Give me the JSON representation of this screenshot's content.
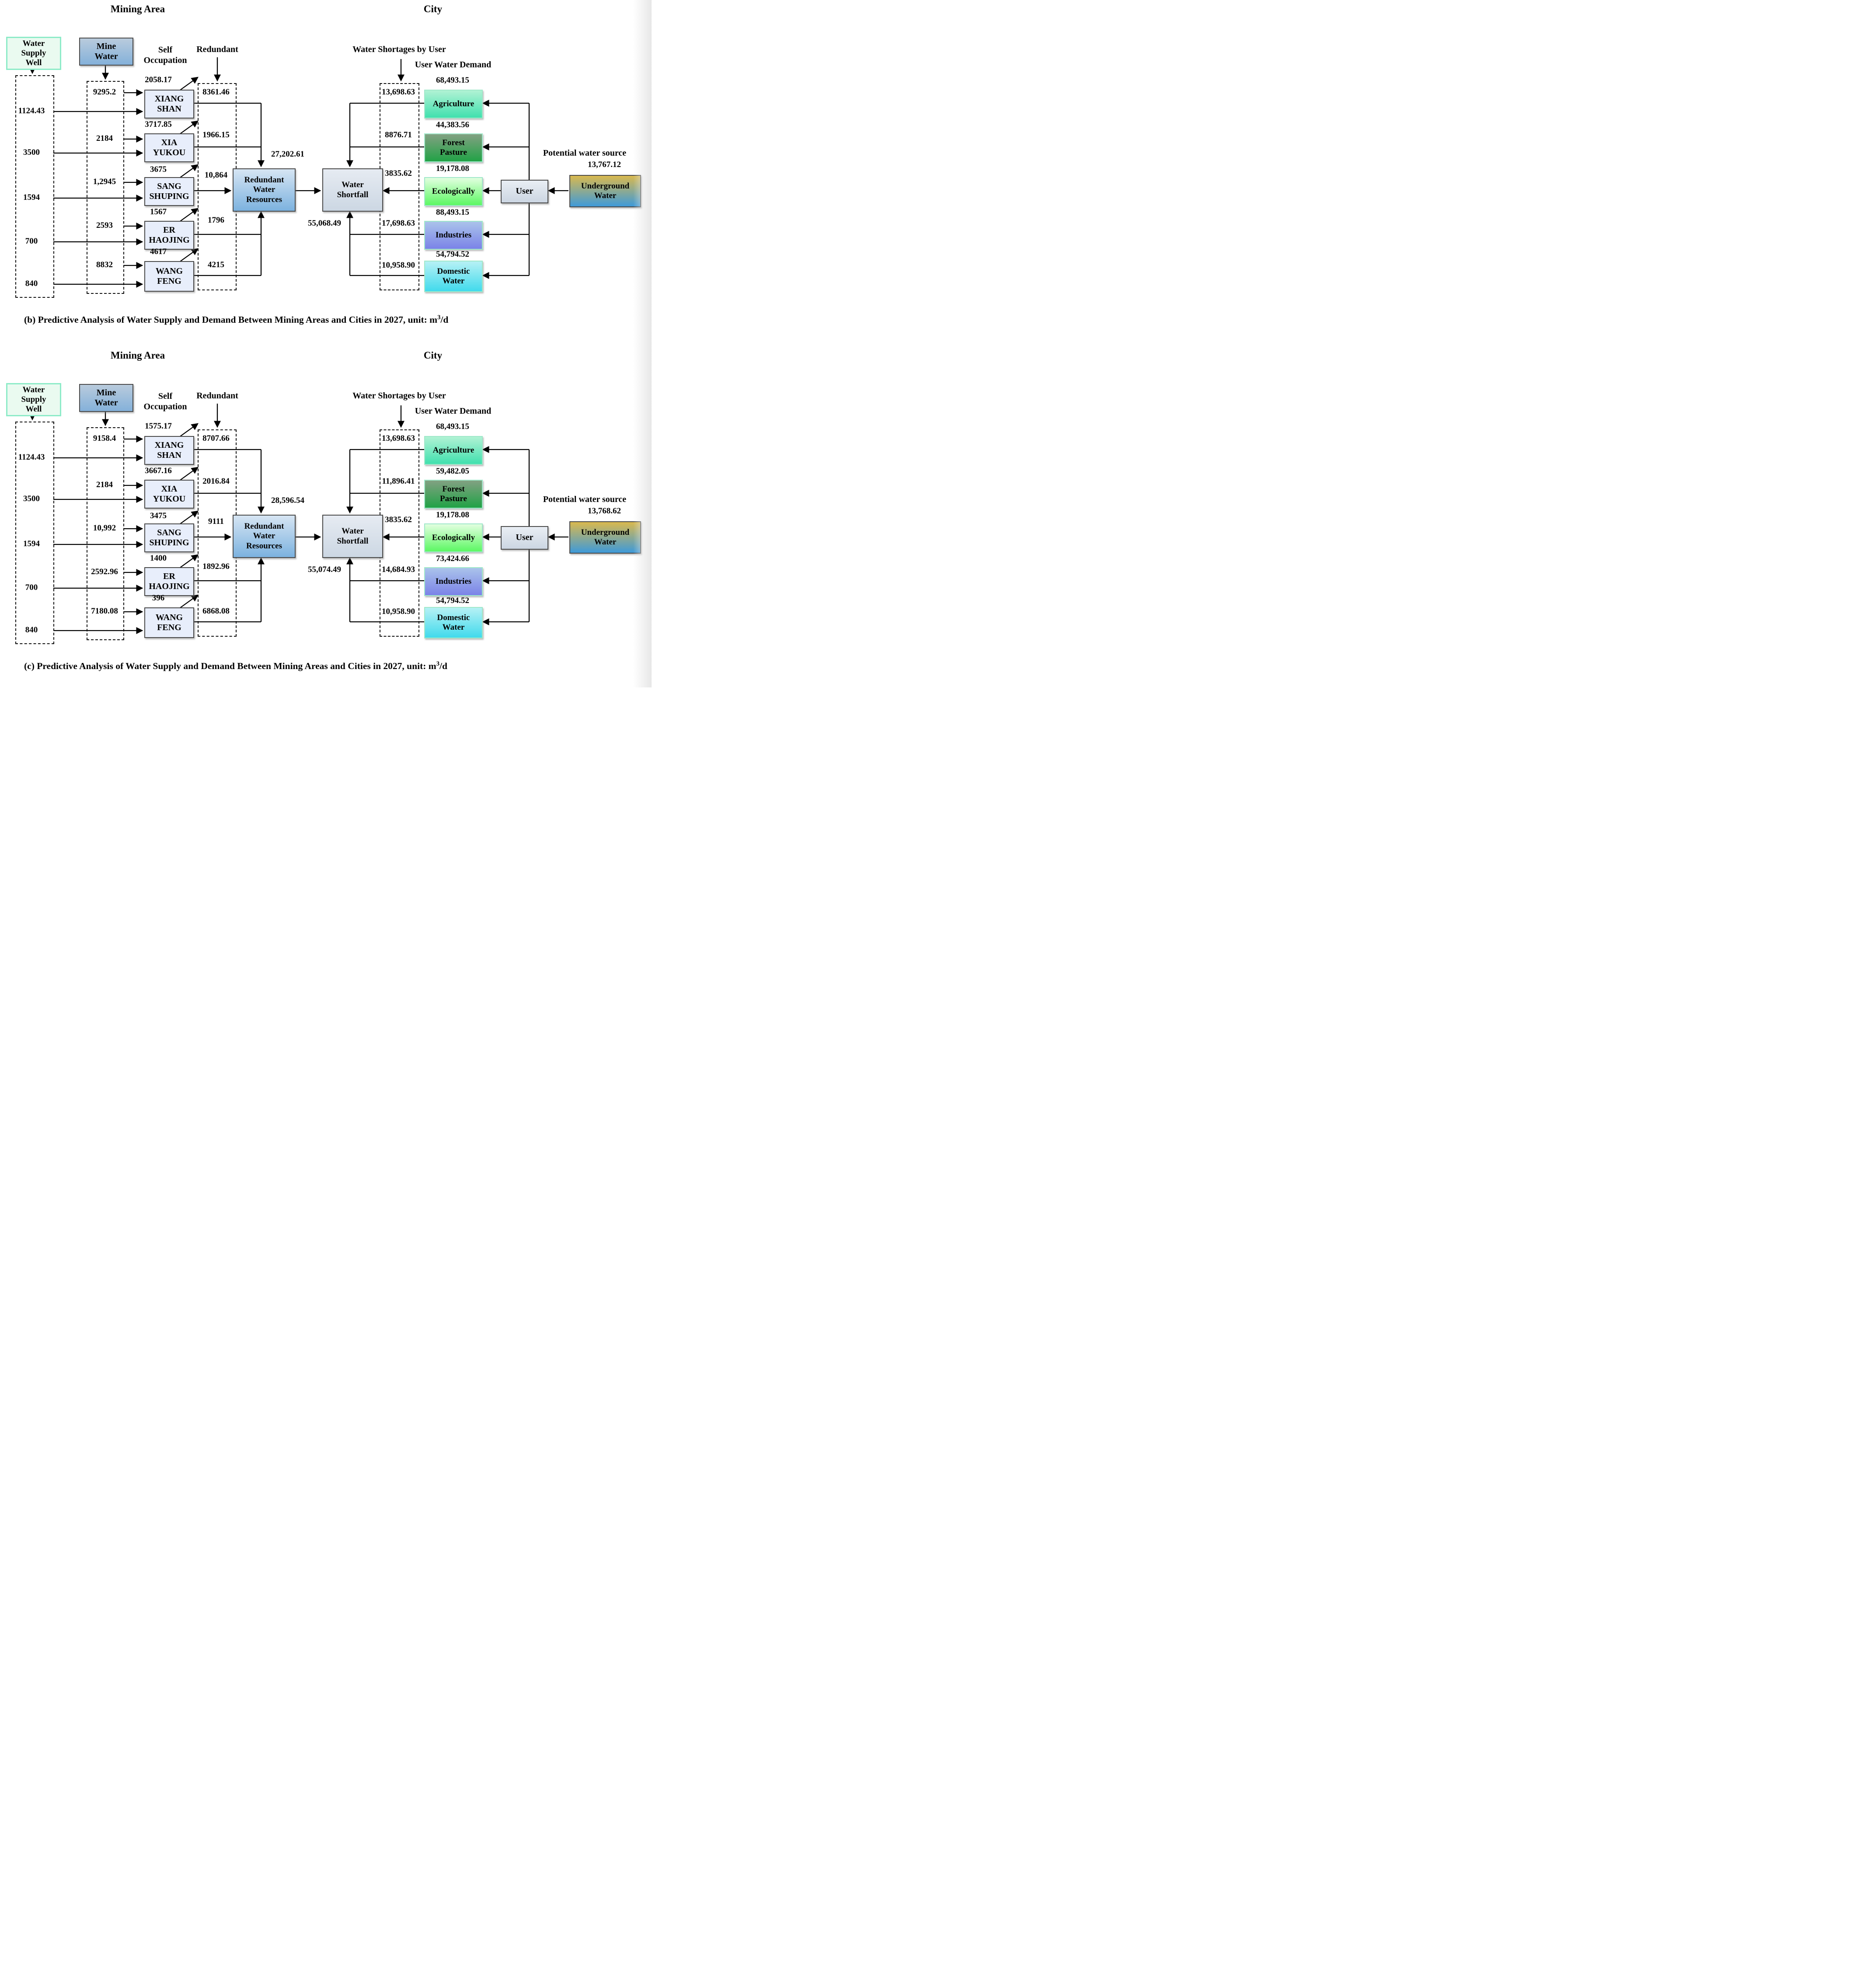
{
  "labels": {
    "mining_area": "Mining Area",
    "city": "City",
    "water_supply_well": [
      "Water",
      "Supply",
      "Well"
    ],
    "mine_water": [
      "Mine",
      "Water"
    ],
    "self_occupation": [
      "Self",
      "Occupation"
    ],
    "redundant": "Redundant",
    "water_shortages_by_user": "Water Shortages by User",
    "user_water_demand": "User Water Demand",
    "potential_water_source": "Potential water source",
    "redundant_water_resources": [
      "Redundant",
      "Water",
      "Resources"
    ],
    "water_shortfall": [
      "Water",
      "Shortfall"
    ],
    "user": "User",
    "underground_water": [
      "Underground",
      "Water"
    ]
  },
  "mines": [
    [
      "XIANG",
      "SHAN"
    ],
    [
      "XIA",
      "YUKOU"
    ],
    [
      "SANG",
      "SHUPING"
    ],
    [
      "ER",
      "HAOJING"
    ],
    [
      "WANG",
      "FENG"
    ]
  ],
  "users": [
    [
      "Agriculture"
    ],
    [
      "Forest",
      "Pasture"
    ],
    [
      "Ecologically"
    ],
    [
      "Industries"
    ],
    [
      "Domestic",
      "Water"
    ]
  ],
  "colors": {
    "well_fill": "#eafaf0",
    "well_border": "#8debc8",
    "mine_water_top": "#b9cbdc",
    "mine_water_bottom": "#84b1da",
    "mine_box_fill": "#e8eefb",
    "rwr_top": "#d6e5f3",
    "rwr_bottom": "#7cb2df",
    "ws_top": "#e6ebf2",
    "ws_bottom": "#ccd7e3",
    "user_top": "#e9eef4",
    "user_bottom": "#ccd6e2",
    "uw_top": "#d9b94e",
    "uw_bottom": "#3e9ad9",
    "user_boxes": [
      [
        "#b0f2d4",
        "#41e0ae"
      ],
      [
        "#82a182",
        "#21a246"
      ],
      [
        "#e2ffe0",
        "#5cf763"
      ],
      [
        "#aac3ea",
        "#7b83e8"
      ],
      [
        "#b6f1f5",
        "#41daec"
      ]
    ]
  },
  "diagrams": [
    {
      "key": "b",
      "well": [
        "1124.43",
        "3500",
        "1594",
        "700",
        "840"
      ],
      "mine_water": [
        "9295.2",
        "2184",
        "1,2945",
        "2593",
        "8832"
      ],
      "self_occupation": [
        "2058.17",
        "3717.85",
        "3675",
        "1567",
        "4617"
      ],
      "redundant": [
        "8361.46",
        "1966.15",
        "10,864",
        "1796",
        "4215"
      ],
      "redundant_total": "27,202.61",
      "shortfall_total": "55,068.49",
      "shortages": [
        "13,698.63",
        "8876.71",
        "3835.62",
        "17,698.63",
        "10,958.90"
      ],
      "demands": [
        "68,493.15",
        "44,383.56",
        "19,178.08",
        "88,493.15",
        "54,794.52"
      ],
      "potential_source": "13,767.12",
      "caption": "(b) Predictive Analysis of Water Supply and Demand Between Mining Areas and Cities in 2027, unit: m",
      "caption_sup": "3",
      "caption_suffix": "/d"
    },
    {
      "key": "c",
      "well": [
        "1124.43",
        "3500",
        "1594",
        "700",
        "840"
      ],
      "mine_water": [
        "9158.4",
        "2184",
        "10,992",
        "2592.96",
        "7180.08"
      ],
      "self_occupation": [
        "1575.17",
        "3667.16",
        "3475",
        "1400",
        "396"
      ],
      "redundant": [
        "8707.66",
        "2016.84",
        "9111",
        "1892.96",
        "6868.08"
      ],
      "redundant_total": "28,596.54",
      "shortfall_total": "55,074.49",
      "shortages": [
        "13,698.63",
        "11,896.41",
        "3835.62",
        "14,684.93",
        "10,958.90"
      ],
      "demands": [
        "68,493.15",
        "59,482.05",
        "19,178.08",
        "73,424.66",
        "54,794.52"
      ],
      "potential_source": "13,768.62",
      "caption": "(c) Predictive Analysis of Water Supply and Demand Between Mining Areas and Cities in 2027, unit: m",
      "caption_sup": "3",
      "caption_suffix": "/d"
    }
  ]
}
